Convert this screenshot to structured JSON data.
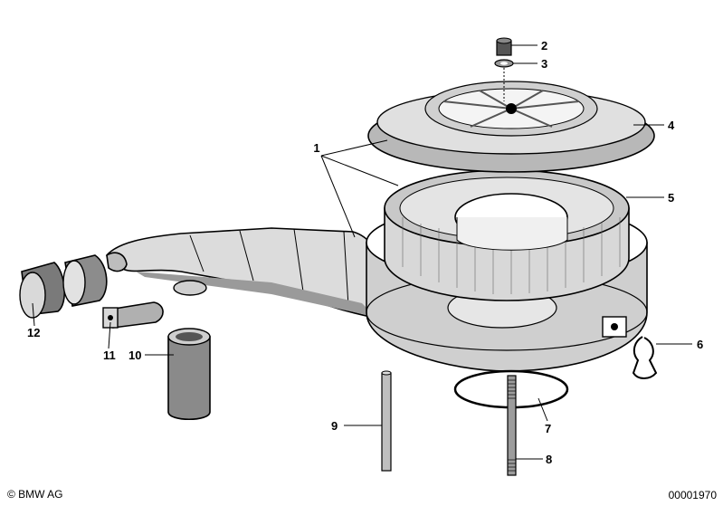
{
  "callouts": {
    "c1": "1",
    "c2": "2",
    "c3": "3",
    "c4": "4",
    "c5": "5",
    "c6": "6",
    "c7": "7",
    "c8": "8",
    "c9": "9",
    "c10": "10",
    "c11": "11",
    "c12": "12"
  },
  "footer": {
    "copyright": "© BMW AG",
    "diagram_number": "00001970"
  }
}
